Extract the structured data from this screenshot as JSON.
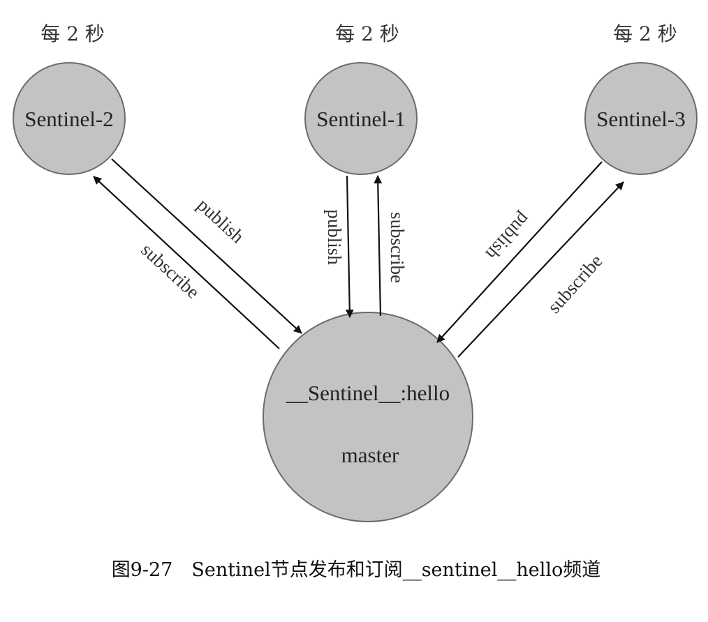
{
  "timing_labels": {
    "left": "每 2 秒",
    "center": "每 2 秒",
    "right": "每 2 秒"
  },
  "nodes": {
    "sentinel_2": "Sentinel-2",
    "sentinel_1": "Sentinel-1",
    "sentinel_3": "Sentinel-3",
    "master_channel": "__Sentinel__:hello",
    "master": "master"
  },
  "edges": {
    "s2_publish": "publish",
    "s2_subscribe": "subscribe",
    "s1_publish": "publish",
    "s1_subscribe": "subscribe",
    "s3_publish": "publish",
    "s3_subscribe": "subscribe"
  },
  "caption": "图9-27　Sentinel节点发布和订阅__sentinel__hello频道",
  "colors": {
    "node_fill": "#c3c3c3",
    "node_stroke": "#6b6b6b",
    "arrow": "#111111"
  }
}
